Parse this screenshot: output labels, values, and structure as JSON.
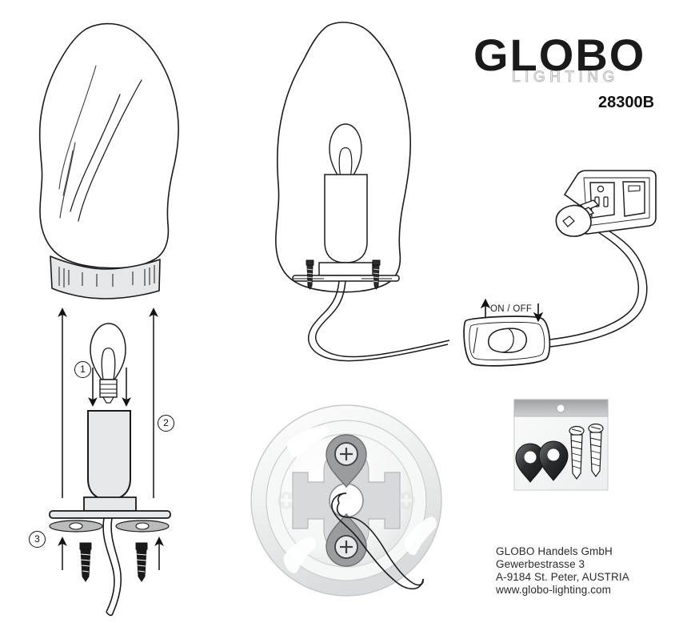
{
  "document": {
    "kind": "assembly-instruction-sheet",
    "model": "28300B"
  },
  "brand": {
    "name": "GLOBO",
    "tagline": "LIGHTING",
    "model_number": "28300B"
  },
  "labels": {
    "on_off": "ON / OFF",
    "step_one": "1",
    "step_two": "2",
    "step_three": "3"
  },
  "company": {
    "lines": [
      "GLOBO Handels GmbH",
      "Gewerbestrasse 3",
      "A-9184 St. Peter, AUSTRIA",
      "www.globo-lighting.com"
    ]
  },
  "figures": [
    {
      "name": "finished-lamp",
      "description": "Assembled organic rock-shaped lamp with ribbed base"
    },
    {
      "name": "lamp-cutaway",
      "description": "Lamp shown transparent revealing candle bulb in socket and two mounting screws"
    },
    {
      "name": "exploded-assembly",
      "description": "Bulb inserted into socket, socket on base plate, screws fitted from below"
    },
    {
      "name": "mounting-plate-detail",
      "description": "Top view of circular base with keyhole bracket, two screw markers and cord outlet"
    },
    {
      "name": "wall-outlet",
      "description": "Plug inserted into wall socket beside a light switch"
    },
    {
      "name": "inline-switch",
      "description": "Rocker switch on the cord marked ON / OFF"
    },
    {
      "name": "hardware-bag",
      "description": "Poly bag containing two wall plugs and two screws"
    }
  ],
  "colors": {
    "ink": "#111111",
    "tagline_stroke": "#b9b9b9",
    "fill_light": "#eceded",
    "fill_mid": "#c9cbcc",
    "fill_dark": "#9a9c9e",
    "paper": "#ffffff"
  }
}
